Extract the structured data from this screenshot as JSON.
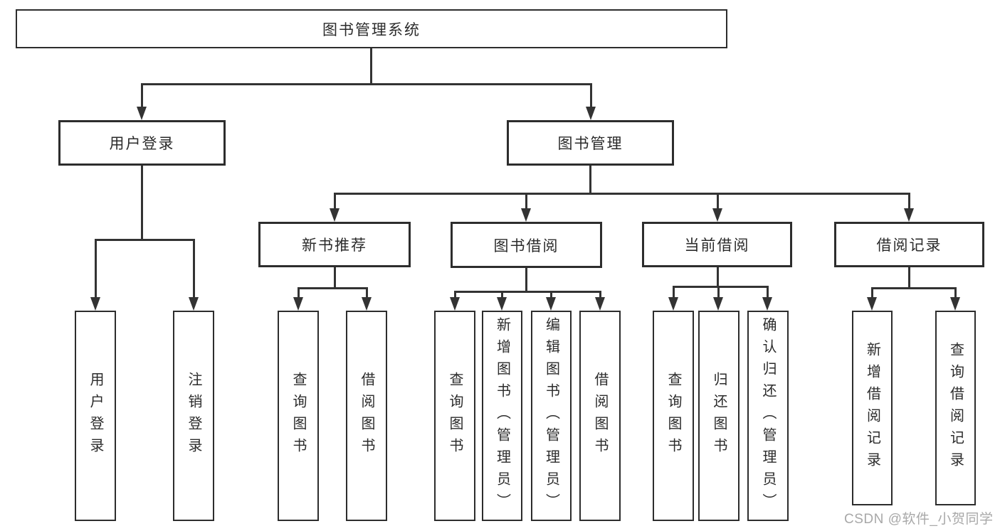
{
  "diagram": {
    "title": "图书管理系统",
    "branches": [
      {
        "label": "用户登录",
        "children": [
          {
            "label": "用户登录"
          },
          {
            "label": "注销登录"
          }
        ]
      },
      {
        "label": "图书管理",
        "sections": [
          {
            "label": "新书推荐",
            "children": [
              {
                "label": "查询图书"
              },
              {
                "label": "借阅图书"
              }
            ]
          },
          {
            "label": "图书借阅",
            "children": [
              {
                "label": "查询图书"
              },
              {
                "label": "新增图书（管理员）"
              },
              {
                "label": "编辑图书（管理员）"
              },
              {
                "label": "借阅图书"
              }
            ]
          },
          {
            "label": "当前借阅",
            "children": [
              {
                "label": "查询图书"
              },
              {
                "label": "归还图书"
              },
              {
                "label": "确认归还（管理员）"
              }
            ]
          },
          {
            "label": "借阅记录",
            "children": [
              {
                "label": "新增借阅记录"
              },
              {
                "label": "查询借阅记录"
              }
            ]
          }
        ]
      }
    ]
  },
  "watermark": {
    "text": "CSDN @软件_小贺同学"
  },
  "colors": {
    "line": "#333333",
    "box_border": "#2d2d2d",
    "text": "#2b2b2b",
    "watermark": "#a8a8a8",
    "background": "#ffffff"
  }
}
